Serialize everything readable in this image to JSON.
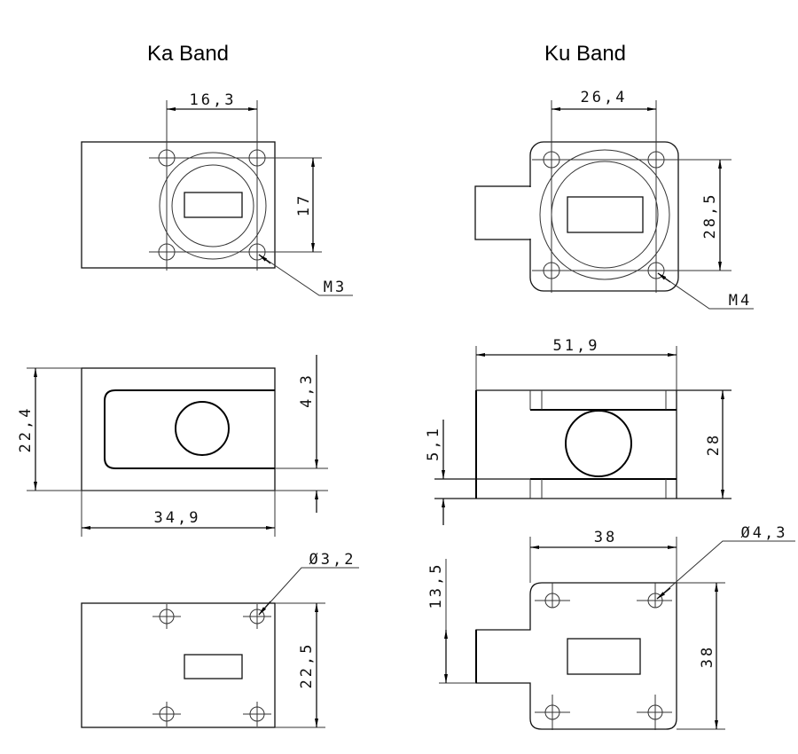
{
  "titles": {
    "ka": "Ka Band",
    "ku": "Ku Band"
  },
  "ka": {
    "front": {
      "width": "16,3",
      "height": "17",
      "thread": "M3"
    },
    "side": {
      "height": "22,4",
      "offset": "4,3",
      "length": "34,9"
    },
    "bottom": {
      "height": "22,5",
      "hole": "Ø3,2"
    }
  },
  "ku": {
    "front": {
      "width": "26,4",
      "height": "28,5",
      "thread": "M4"
    },
    "side": {
      "length": "51,9",
      "height": "28",
      "offset": "5,1"
    },
    "bottom": {
      "width": "38",
      "height": "38",
      "offset": "13,5",
      "hole": "Ø4,3"
    }
  }
}
